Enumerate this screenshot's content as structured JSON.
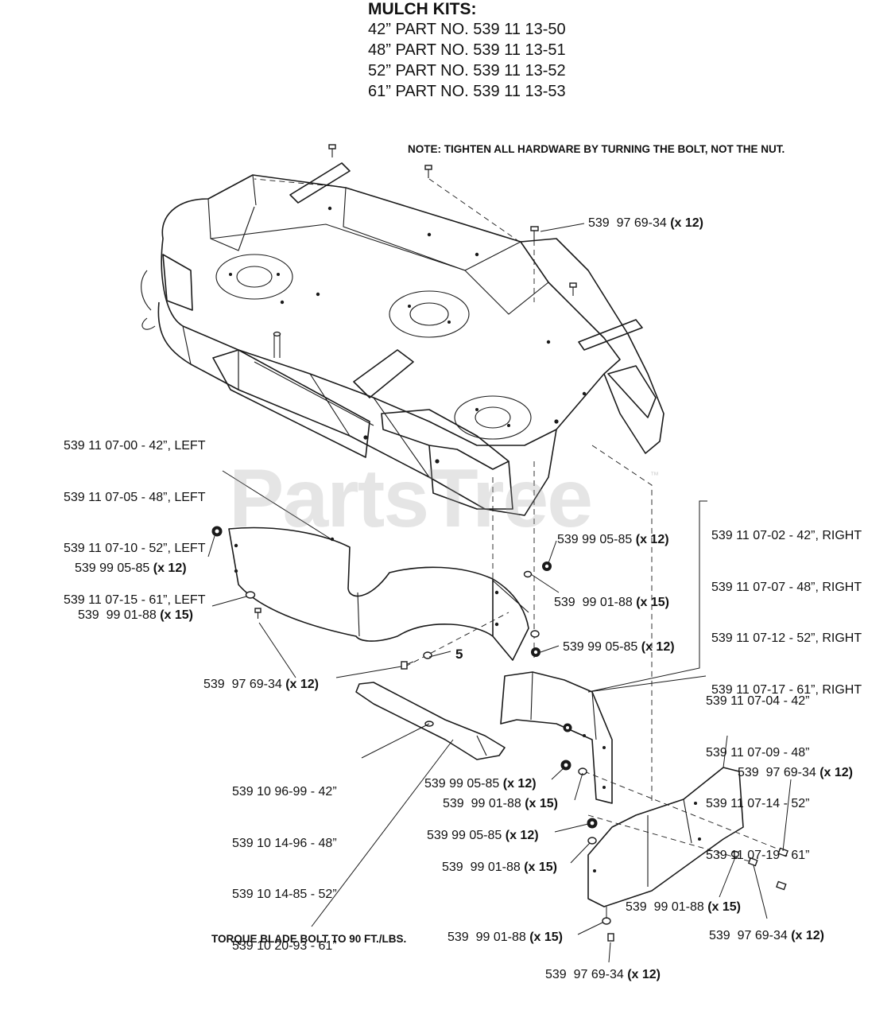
{
  "title": {
    "heading": "MULCH KITS:",
    "lines": [
      "42” PART NO. 539 11 13-50",
      "48” PART NO. 539 11 13-51",
      "52” PART NO. 539 11 13-52",
      "61” PART NO. 539 11 13-53"
    ]
  },
  "note": "NOTE: TIGHTEN ALL HARDWARE BY TURNING THE BOLT, NOT THE NUT.",
  "torque_note": "TORQUE BLADE BOLT TO 90 FT./LBS.",
  "watermark": "PartsTree",
  "trademark": "™",
  "callout_5": "5",
  "labels": {
    "bolt_top": {
      "part": "539  97 69-34 ",
      "qty": "(x 12)"
    },
    "left_baffle": [
      "539 11 07-00 - 42”, LEFT",
      "539 11 07-05 - 48”, LEFT",
      "539 11 07-10 - 52”, LEFT",
      "539 11 07-15 - 61”, LEFT"
    ],
    "right_baffle": [
      "539 11 07-02 - 42”, RIGHT",
      "539 11 07-07 - 48”, RIGHT",
      "539 11 07-12 - 52”, RIGHT",
      "539 11 07-17 - 61”, RIGHT"
    ],
    "center_baffle": [
      "539 11 07-04 - 42”",
      "539 11 07-09 - 48”",
      "539 11 07-14 - 52”",
      "539 11 07-19 - 61”"
    ],
    "blade": [
      "539 10 96-99 - 42”",
      "539 10 14-96 - 48”",
      "539 10 14-85 - 52”",
      "539 10 20-93 - 61”"
    ],
    "nut_left": {
      "part": "539 99 05-85 ",
      "qty": "(x 12)"
    },
    "washer_left": {
      "part": "539  99 01-88 ",
      "qty": "(x 15)"
    },
    "bolt_left": {
      "part": "539  97 69-34 ",
      "qty": "(x 12)"
    },
    "nut_mid_top": {
      "part": "539 99 05-85 ",
      "qty": "(x 12)"
    },
    "washer_mid": {
      "part": "539  99 01-88 ",
      "qty": "(x 15)"
    },
    "nut_mid_low": {
      "part": "539 99 05-85 ",
      "qty": "(x 12)"
    },
    "bolt_right": {
      "part": "539  97 69-34 ",
      "qty": "(x 12)"
    },
    "nut_center": {
      "part": "539 99 05-85 ",
      "qty": "(x 12)"
    },
    "washer_center": {
      "part": "539  99 01-88 ",
      "qty": "(x 15)"
    },
    "nut_lower": {
      "part": "539 99 05-85 ",
      "qty": "(x 12)"
    },
    "washer_lower": {
      "part": "539  99 01-88 ",
      "qty": "(x 15)"
    },
    "washer_right_low": {
      "part": "539  99 01-88 ",
      "qty": "(x 15)"
    },
    "bolt_right_low": {
      "part": "539  97 69-34 ",
      "qty": "(x 12)"
    },
    "washer_bottom": {
      "part": "539  99 01-88 ",
      "qty": "(x 15)"
    },
    "bolt_bottom": {
      "part": "539  97 69-34 ",
      "qty": "(x 12)"
    }
  }
}
